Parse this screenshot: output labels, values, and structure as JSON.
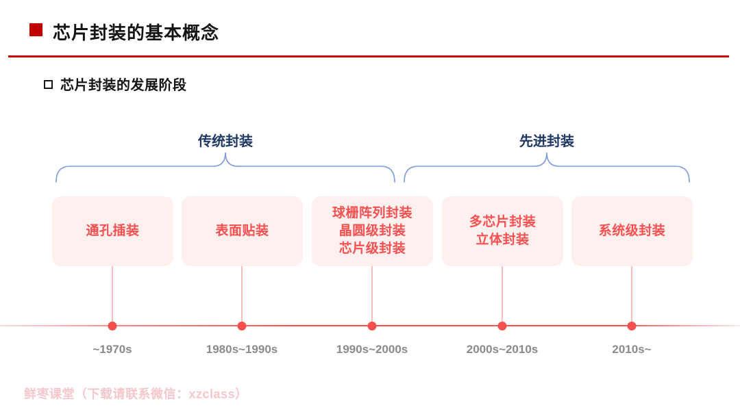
{
  "header": {
    "title": "芯片封装的基本概念"
  },
  "subtitle": {
    "text": "芯片封装的发展阶段"
  },
  "groups": [
    {
      "label": "传统封装"
    },
    {
      "label": "先进封装"
    }
  ],
  "stages": [
    {
      "lines": [
        "通孔插装"
      ],
      "period": "~1970s"
    },
    {
      "lines": [
        "表面贴装"
      ],
      "period": "1980s~1990s"
    },
    {
      "lines": [
        "球栅阵列封装",
        "晶圆级封装",
        "芯片级封装"
      ],
      "period": "1990s~2000s"
    },
    {
      "lines": [
        "多芯片封装",
        "立体封装"
      ],
      "period": "2000s~2010s"
    },
    {
      "lines": [
        "系统级封装"
      ],
      "period": "2010s~"
    }
  ],
  "footer": {
    "watermark": "鲜枣课堂（下载请联系微信：xzclass）"
  },
  "colors": {
    "accent_red": "#C00000",
    "rule_red": "#CC0000",
    "box_background": "#FDF0EF",
    "box_text_red": "#F85050",
    "timeline_red": "#F4504E",
    "connector_pink": "#F9BDBD",
    "group_label_navy": "#1F3864",
    "brace_blue": "#7C99DA",
    "period_gray": "#8A8A8A",
    "watermark_pink": "#F5C7CA",
    "title_black": "#141414"
  }
}
